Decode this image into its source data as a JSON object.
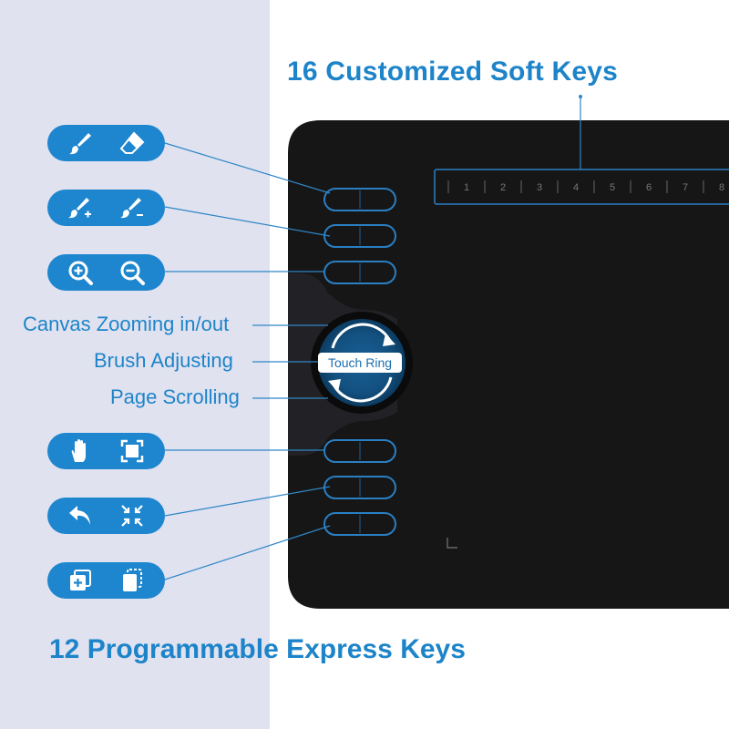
{
  "titles": {
    "soft_keys": "16 Customized Soft Keys",
    "express_keys": "12 Programmable Express Keys"
  },
  "touch_ring": {
    "label": "Touch Ring",
    "functions": [
      "Canvas Zooming in/out",
      "Brush Adjusting",
      "Page Scrolling"
    ]
  },
  "soft_key_numbers": [
    "1",
    "2",
    "3",
    "4",
    "5",
    "6",
    "7",
    "8"
  ],
  "express_key_pairs": [
    {
      "left_icon": "brush-icon",
      "right_icon": "eraser-icon"
    },
    {
      "left_icon": "brush-plus-icon",
      "right_icon": "brush-minus-icon"
    },
    {
      "left_icon": "zoom-in-icon",
      "right_icon": "zoom-out-icon"
    },
    {
      "left_icon": "hand-pan-icon",
      "right_icon": "fit-screen-icon"
    },
    {
      "left_icon": "undo-icon",
      "right_icon": "shrink-icon"
    },
    {
      "left_icon": "new-layer-icon",
      "right_icon": "copy-layer-icon"
    }
  ],
  "colors": {
    "accent": "#1d84c9",
    "pill": "#1e86cf",
    "tablet": "#161616",
    "panel": "#e1e2f0"
  }
}
